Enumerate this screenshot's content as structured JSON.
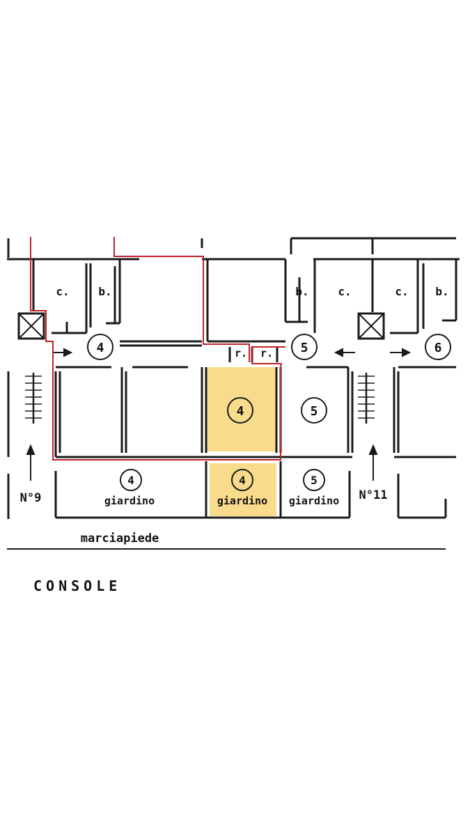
{
  "plan": {
    "street_label": "marciapiede",
    "side_label": "CONSOLE",
    "entrances": [
      {
        "label": "N°9"
      },
      {
        "label": "N°11"
      }
    ],
    "room_labels": {
      "cantina": "c.",
      "bagno": "b.",
      "ripostiglio": "r."
    },
    "unit_numbers": {
      "n4": "4",
      "n5": "5",
      "n6": "6"
    },
    "garden_label": "giardino",
    "colors": {
      "highlight_fill": "#f8dc8c",
      "boundary_line": "#c0202a",
      "wall": "#1a1a1a"
    }
  }
}
